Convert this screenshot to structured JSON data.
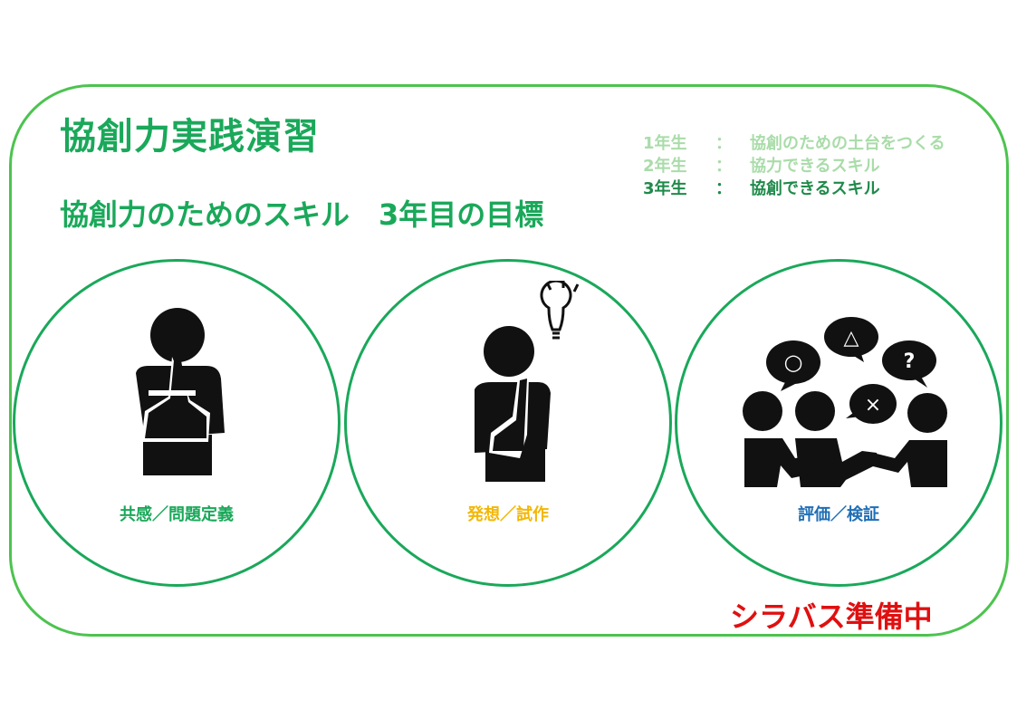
{
  "title": "協創力実践演習",
  "subtitle": "協創力のためのスキル　3年目の目標",
  "years": [
    {
      "year": "1年生",
      "sep": "：",
      "desc": "協創のための土台をつくる"
    },
    {
      "year": "2年生",
      "sep": "：",
      "desc": "協力できるスキル"
    },
    {
      "year": "3年生",
      "sep": "：",
      "desc": "協創できるスキル"
    }
  ],
  "stages": [
    {
      "label": "共感／問題定義",
      "icon": "thinking-person-icon",
      "color": "#1aa85a"
    },
    {
      "label": "発想／試作",
      "icon": "idea-person-icon",
      "color": "#f2b705"
    },
    {
      "label": "評価／検証",
      "icon": "discussion-group-icon",
      "color": "#1f6fb5"
    }
  ],
  "bubbles": {
    "circle": "○",
    "triangle": "△",
    "question": "?",
    "cross": "×"
  },
  "status": "シラバス準備中",
  "colors": {
    "accent": "#1aa85a",
    "frame": "#4cc34f",
    "status": "#e01010"
  }
}
